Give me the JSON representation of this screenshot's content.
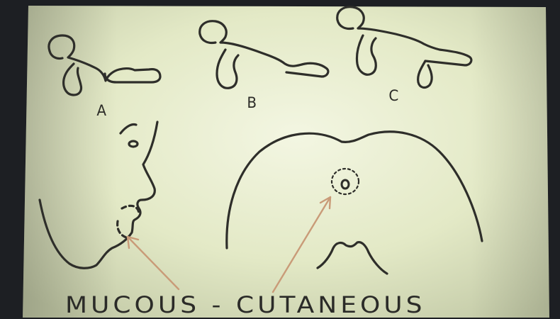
{
  "figure_labels": {
    "a": "A",
    "b": "B",
    "c": "C"
  },
  "caption": "MUCOUS - CUTANEOUS",
  "colors": {
    "paper": "#e9eecf",
    "ink": "#2e2e2a",
    "arrow": "#c99b78",
    "frame": "#1d1f23"
  }
}
